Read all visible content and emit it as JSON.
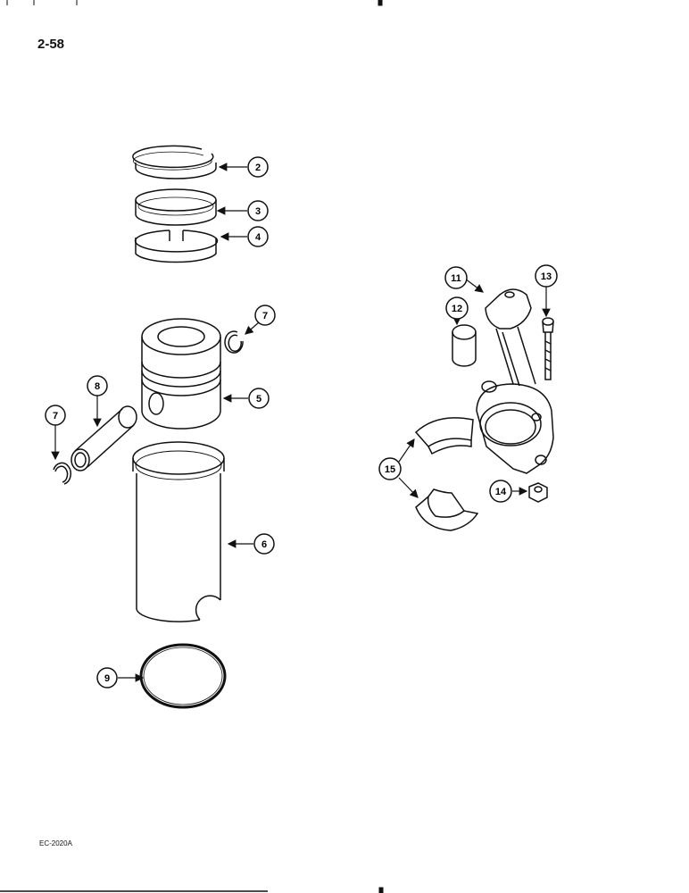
{
  "page_number": "2-58",
  "doc_code": "EC-2020A",
  "callouts": {
    "c2": "2",
    "c3": "3",
    "c4": "4",
    "c5": "5",
    "c6": "6",
    "c7a": "7",
    "c7b": "7",
    "c8": "8",
    "c9": "9",
    "c11": "11",
    "c12": "12",
    "c13": "13",
    "c14": "14",
    "c15": "15"
  }
}
